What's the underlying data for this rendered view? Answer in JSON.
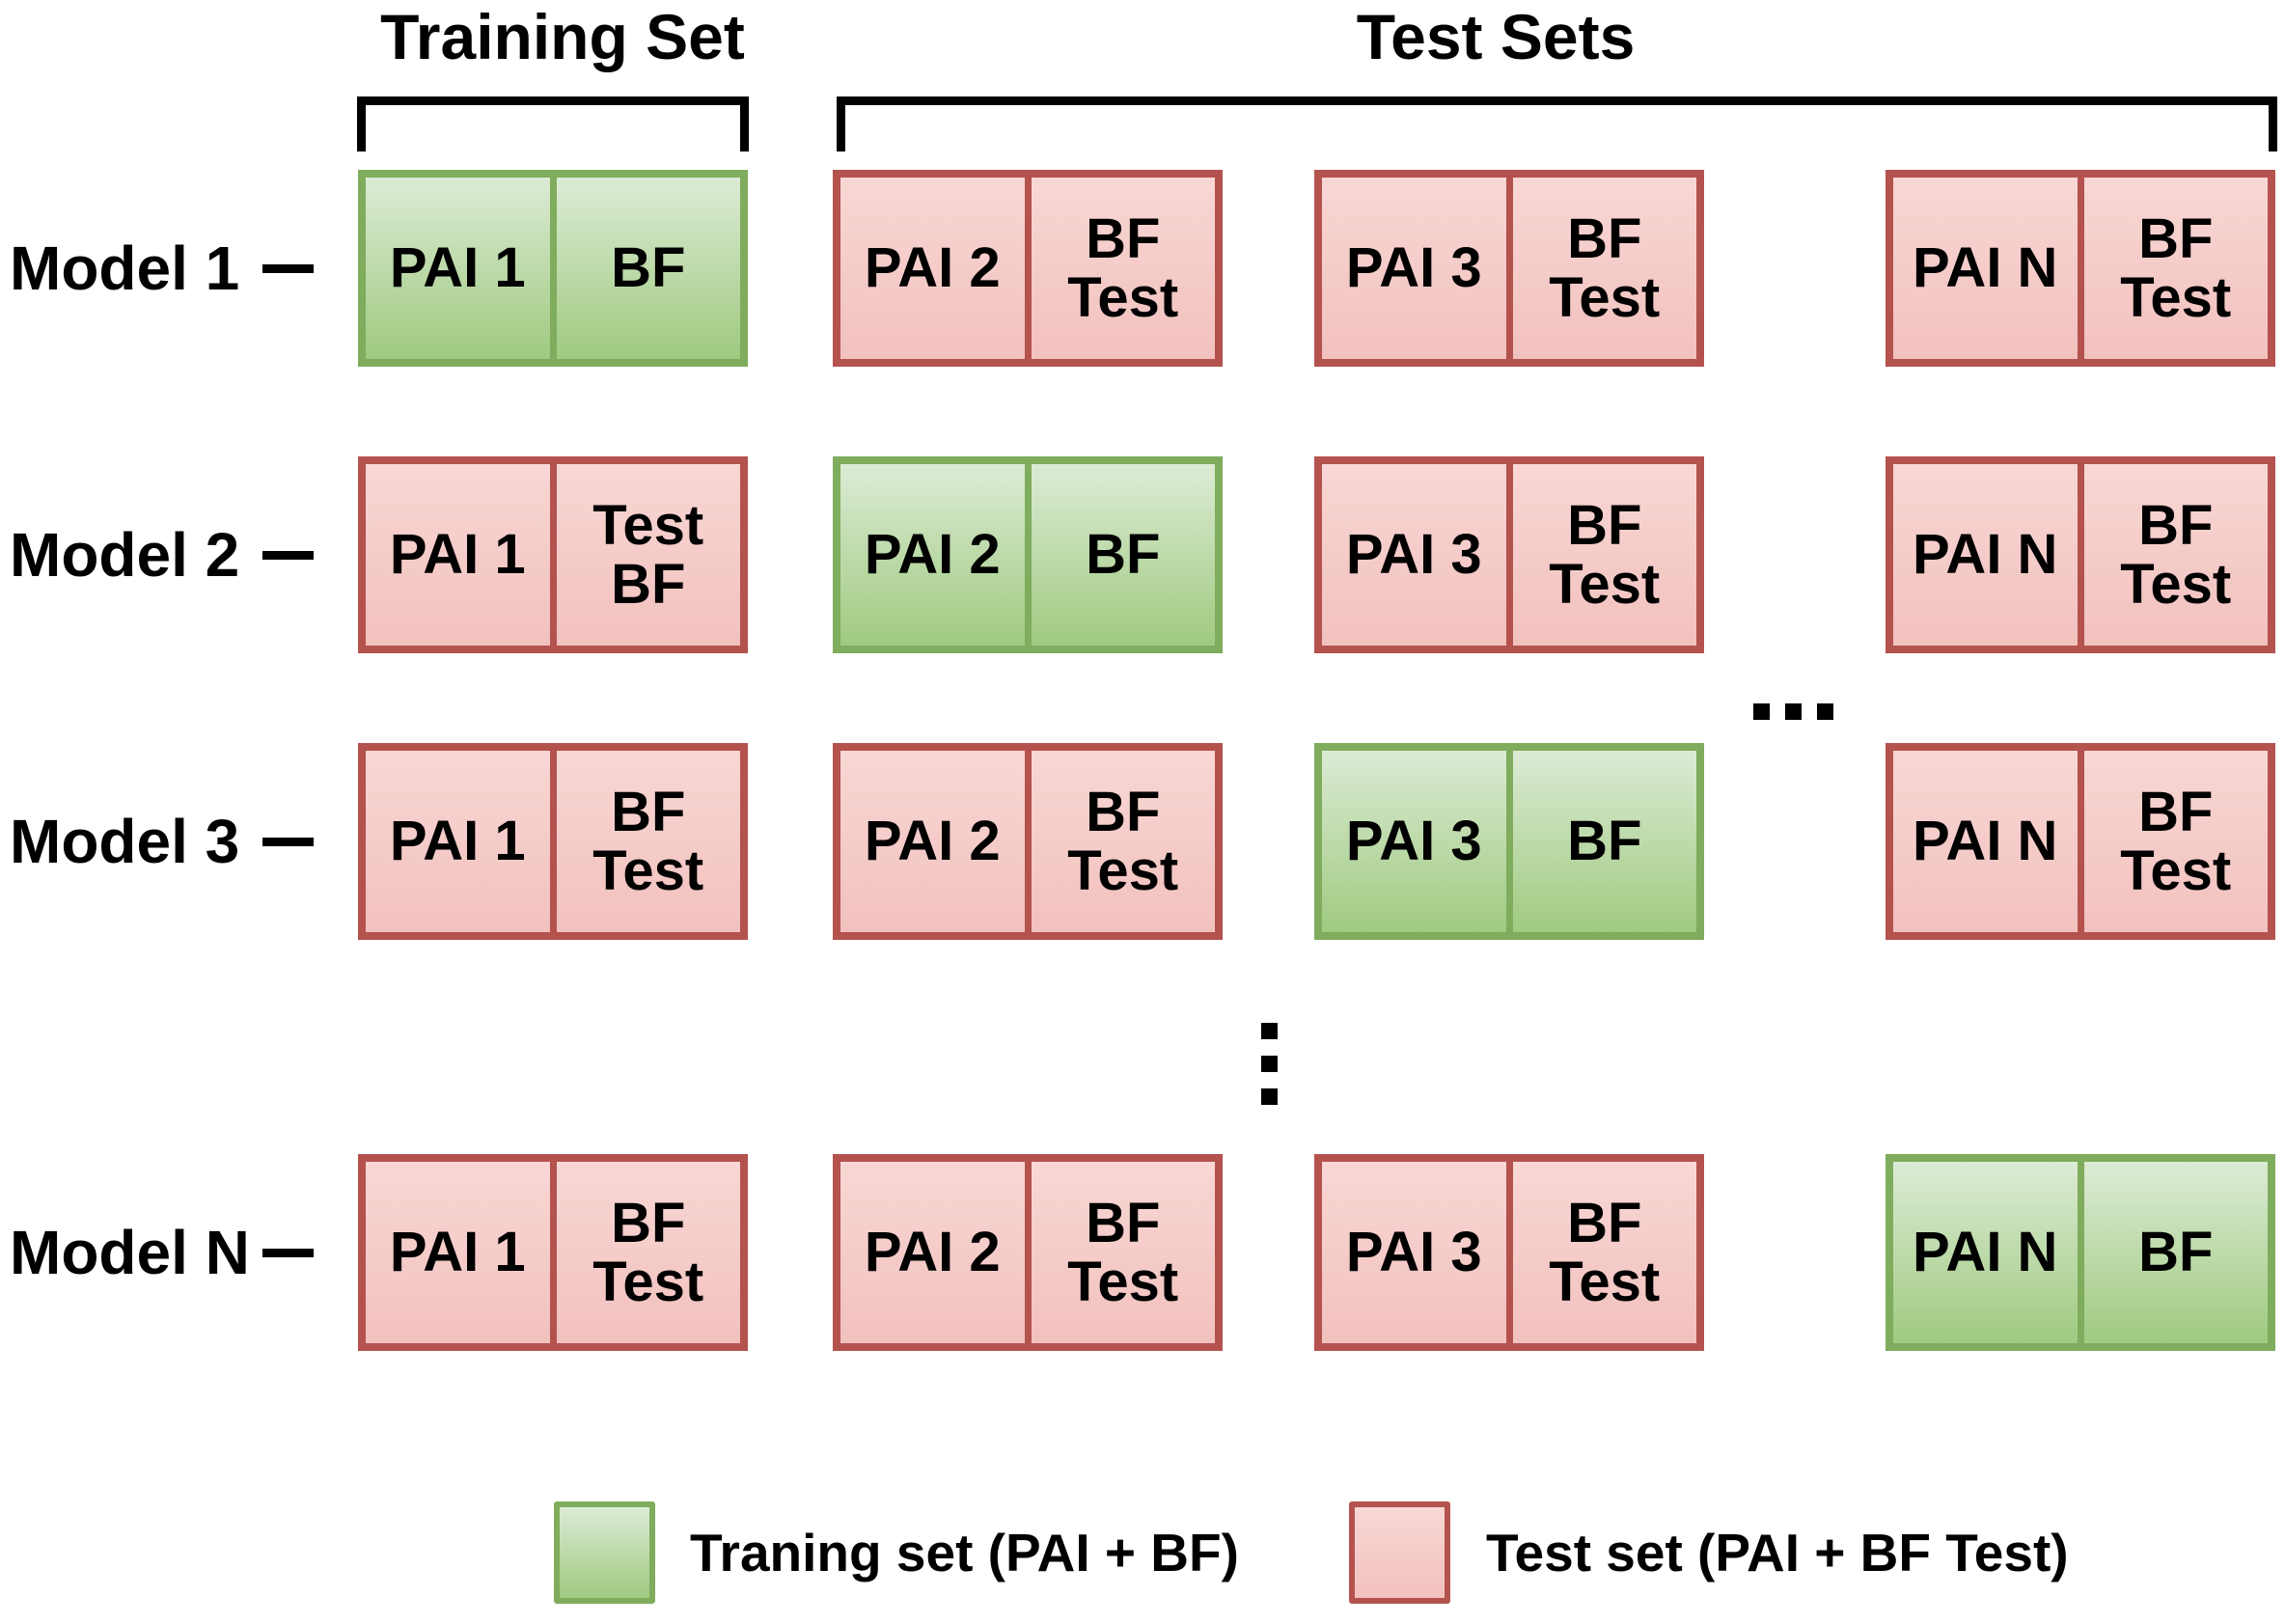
{
  "titles": {
    "training": "Training Set",
    "test": "Test Sets"
  },
  "rows": [
    {
      "label": "Model 1",
      "boxes": [
        {
          "left": "PAI 1",
          "right": "BF",
          "type": "train"
        },
        {
          "left": "PAI 2",
          "right": "BF Test",
          "type": "test"
        },
        {
          "left": "PAI 3",
          "right": "BF Test",
          "type": "test"
        },
        {
          "left": "PAI N",
          "right": "BF Test",
          "type": "test"
        }
      ]
    },
    {
      "label": "Model 2",
      "boxes": [
        {
          "left": "PAI 1",
          "right": "Test BF",
          "type": "test"
        },
        {
          "left": "PAI 2",
          "right": "BF",
          "type": "train"
        },
        {
          "left": "PAI 3",
          "right": "BF Test",
          "type": "test"
        },
        {
          "left": "PAI N",
          "right": "BF Test",
          "type": "test"
        }
      ]
    },
    {
      "label": "Model 3",
      "boxes": [
        {
          "left": "PAI 1",
          "right": "BF Test",
          "type": "test"
        },
        {
          "left": "PAI 2",
          "right": "BF Test",
          "type": "test"
        },
        {
          "left": "PAI 3",
          "right": "BF",
          "type": "train"
        },
        {
          "left": "PAI N",
          "right": "BF Test",
          "type": "test"
        }
      ]
    },
    {
      "label": "Model N",
      "boxes": [
        {
          "left": "PAI 1",
          "right": "BF Test",
          "type": "test"
        },
        {
          "left": "PAI 2",
          "right": "BF Test",
          "type": "test"
        },
        {
          "left": "PAI 3",
          "right": "BF Test",
          "type": "test"
        },
        {
          "left": "PAI N",
          "right": "BF",
          "type": "train"
        }
      ]
    }
  ],
  "ellipses": {
    "horizontal": "...",
    "vertical": "..."
  },
  "legend": {
    "training": {
      "label": "Traning set (PAI + BF)"
    },
    "test": {
      "label": "Test set (PAI + BF Test)"
    }
  },
  "colors": {
    "train_border": "#7fac5d",
    "train_fill_top": "#dcebd5",
    "train_fill_bottom": "#9fca80",
    "test_border": "#b4524e",
    "test_fill_top": "#f8d7d4",
    "test_fill_bottom": "#f2c1be",
    "bracket": "#000000",
    "text": "#000000"
  }
}
